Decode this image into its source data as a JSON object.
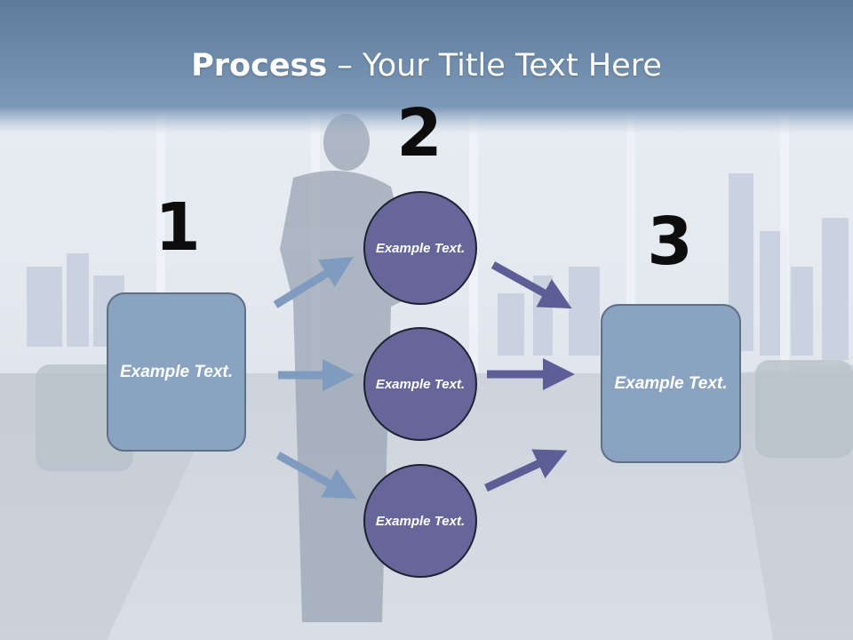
{
  "title": {
    "bold": "Process",
    "rest": " – Your Title Text Here"
  },
  "steps": {
    "one": {
      "number": "1",
      "text": "Example Text."
    },
    "two": {
      "number": "2",
      "circles": [
        "Example Text.",
        "Example Text.",
        "Example Text."
      ]
    },
    "three": {
      "number": "3",
      "text": "Example Text."
    }
  },
  "colors": {
    "box_fill": "#8aa3c1",
    "circle_fill": "#66669a",
    "light_arrow": "#7f9cc0",
    "dark_arrow": "#5e5e96",
    "title_band": "#6f8cab"
  }
}
